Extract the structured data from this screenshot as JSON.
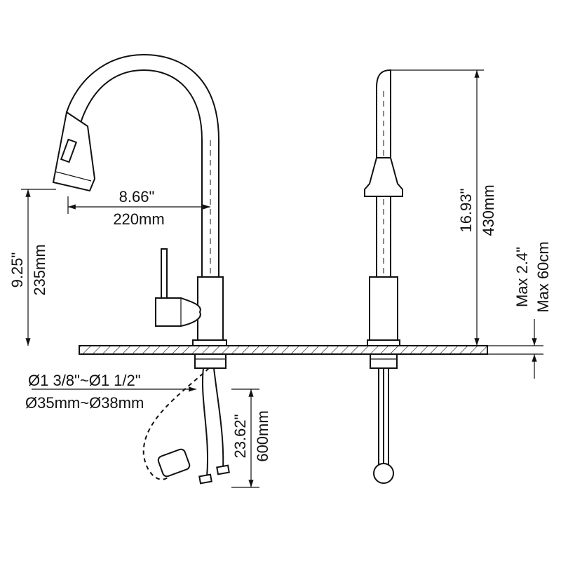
{
  "dimensions": {
    "spout_reach_in": "8.66\"",
    "spout_reach_mm": "220mm",
    "spout_height_in": "9.25\"",
    "spout_height_mm": "235mm",
    "total_height_in": "16.93\"",
    "total_height_mm": "430mm",
    "deck_thickness_in": "Max 2.4\"",
    "deck_thickness_cm": "Max 60cm",
    "hole_diameter_in": "Ø1 3/8\"~Ø1 1/2\"",
    "hole_diameter_mm": "Ø35mm~Ø38mm",
    "hose_length_in": "23.62\"",
    "hose_length_mm": "600mm"
  },
  "colors": {
    "line": "#111111",
    "background": "#ffffff"
  }
}
